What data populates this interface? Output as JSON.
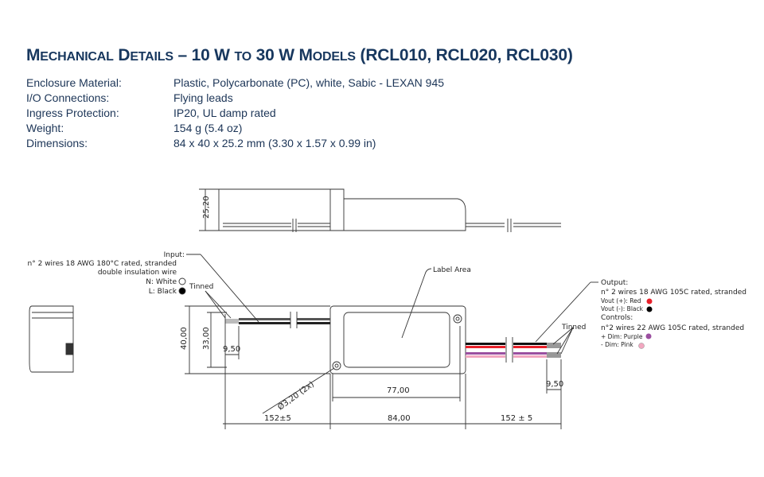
{
  "title": {
    "word1_cap": "M",
    "word1_rest": "echanical",
    "word2_cap": "D",
    "word2_rest": "etails",
    "middle": " – 10 W ",
    "to": "to",
    "middle2": " 30 W ",
    "word3_cap": "M",
    "word3_rest": "odels",
    "models": " (RCL010, RCL020, RCL030)"
  },
  "specs": [
    {
      "label": "Enclosure Material:",
      "value": "Plastic, Polycarbonate (PC), white, Sabic - LEXAN 945"
    },
    {
      "label": "I/O Connections:",
      "value": "Flying leads"
    },
    {
      "label": "Ingress Protection:",
      "value": "IP20, UL damp rated"
    },
    {
      "label": "Weight:",
      "value": "154 g (5.4 oz)"
    },
    {
      "label": "Dimensions:",
      "value": "84 x 40 x 25.2 mm (3.30 x 1.57 x 0.99 in)"
    }
  ],
  "drawing": {
    "dims": {
      "height_side": "25,20",
      "height_outer": "40,00",
      "height_inner": "33,00",
      "tinned_left": "9,50",
      "tinned_right": "9,50",
      "hole": "Ø3,20 (2x)",
      "label_width": "77,00",
      "lead_left": "152±5",
      "body_length": "84,00",
      "lead_right": "152 ± 5"
    },
    "input": {
      "heading": "Input:",
      "line1": "n° 2 wires 18 AWG 180°C rated, stranded",
      "line2": "double insulation wire",
      "n": "N: White",
      "l": "L: Black"
    },
    "tinned_left": "Tinned",
    "tinned_right": "Tinned",
    "label_area": "Label Area",
    "output": {
      "heading": "Output:",
      "line1": "n° 2 wires 18 AWG 105C rated, stranded",
      "vplus": "Vout (+): Red",
      "vminus": "Vout (-): Black",
      "controls": "Controls:",
      "line2": "n°2 wires 22 AWG 105C rated, stranded",
      "dimplus": "+ Dim: Purple",
      "dimminus": "- Dim: Pink"
    },
    "colors": {
      "red": "#e8202a",
      "black": "#000000",
      "purple": "#9b4fa0",
      "pink": "#f2a7c0",
      "white": "#ffffff"
    }
  }
}
